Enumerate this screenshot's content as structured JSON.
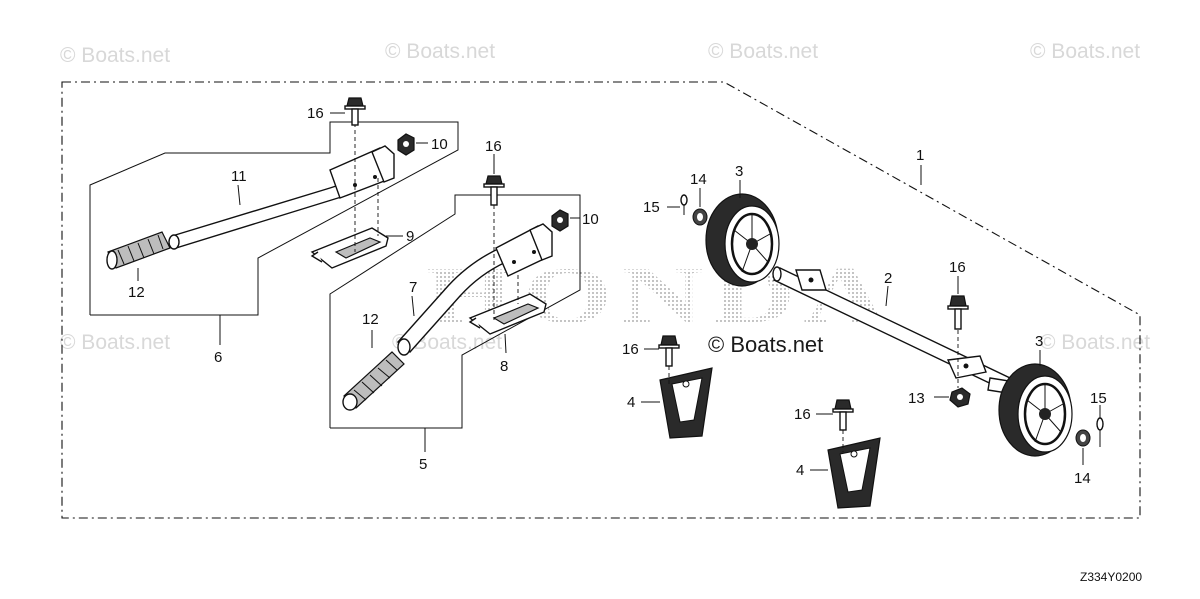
{
  "watermarks": {
    "top_1": "© Boats.net",
    "top_2": "© Boats.net",
    "top_3": "© Boats.net",
    "top_4": "© Boats.net",
    "mid_left": "© Boats.net",
    "mid_handle": "© Boats.net",
    "mid_right": "© Boats.net",
    "center": "© Boats.net"
  },
  "brand_watermark": "HONDA",
  "drawing_code": "Z334Y0200",
  "callouts": {
    "n1": "1",
    "n2": "2",
    "n3_left_wheel": "3",
    "n3_right_wheel": "3",
    "n4_left": "4",
    "n4_right": "4",
    "n5": "5",
    "n6": "6",
    "n7": "7",
    "n8": "8",
    "n9": "9",
    "n10_upper": "10",
    "n10_lower": "10",
    "n11": "11",
    "n12_left": "12",
    "n12_right": "12",
    "n13": "13",
    "n14_left": "14",
    "n14_right": "14",
    "n15_left": "15",
    "n15_right": "15",
    "n16_handle_left": "16",
    "n16_handle_right": "16",
    "n16_axle": "16",
    "n16_foot_left": "16",
    "n16_foot_right": "16"
  }
}
